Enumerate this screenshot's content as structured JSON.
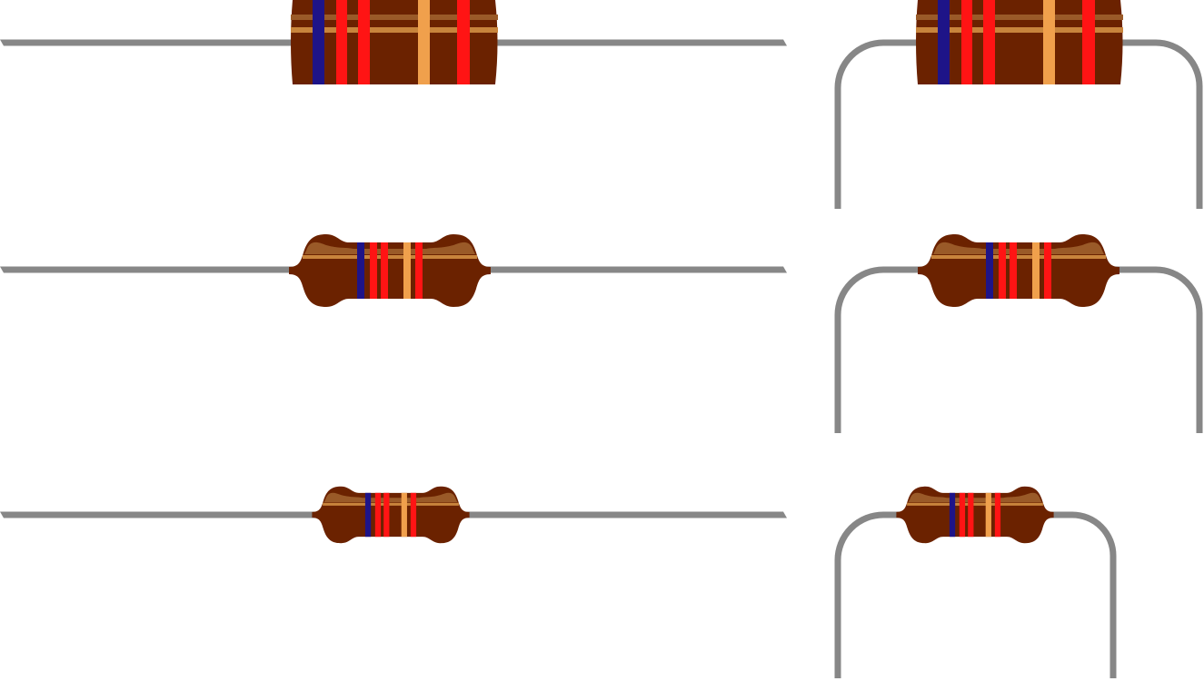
{
  "colors": {
    "background": "#ffffff",
    "lead": "#878787",
    "body": "#6b2200",
    "highlight_dark": "#9a5a28",
    "highlight_light": "#c8843c",
    "bands": [
      "#1e1488",
      "#ff1414",
      "#ff1414",
      "#f0a04c",
      "#ff1414"
    ]
  },
  "resistors": [
    {
      "style": "cylinder",
      "leads": "straight"
    },
    {
      "style": "cylinder",
      "leads": "bent"
    },
    {
      "style": "dogbone",
      "leads": "straight"
    },
    {
      "style": "dogbone",
      "leads": "bent"
    },
    {
      "style": "dogbone-small",
      "leads": "straight"
    },
    {
      "style": "dogbone-small",
      "leads": "bent"
    }
  ]
}
